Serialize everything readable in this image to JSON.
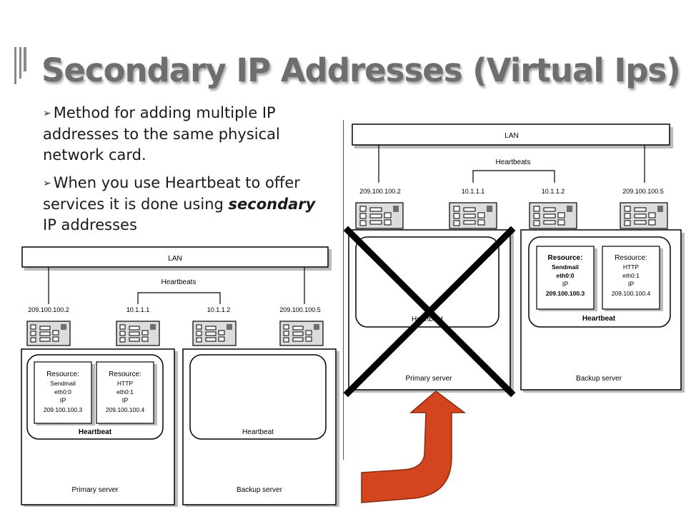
{
  "slide": {
    "title": "Secondary IP Addresses (Virtual Ips)",
    "bullets": [
      {
        "text": "Method for adding multiple IP addresses to the same physical network card."
      },
      {
        "text_before": "When you use Heartbeat to offer services it is done using ",
        "emphasis": "secondary",
        "text_after": " IP addresses"
      }
    ]
  },
  "diagram_left": {
    "lan_label": "LAN",
    "heartbeats_label": "Heartbeats",
    "ips": [
      "209.100.100.2",
      "10.1.1.1",
      "10.1.1.2",
      "209.100.100.5"
    ],
    "primary_label": "Primary server",
    "backup_label": "Backup server",
    "primary_heartbeat_label": "Heartbeat",
    "backup_heartbeat_label": "Heartbeat",
    "resources": [
      {
        "title": "Resource:",
        "service": "Sendmail",
        "iface": "eth0:0",
        "ip_label": "IP",
        "ip": "209.100.100.3"
      },
      {
        "title": "Resource:",
        "service": "HTTP",
        "iface": "eth0:1",
        "ip_label": "IP",
        "ip": "209.100.100.4"
      }
    ]
  },
  "diagram_right": {
    "lan_label": "LAN",
    "heartbeats_label": "Heartbeats",
    "ips": [
      "209.100.100.2",
      "10.1.1.1",
      "10.1.1.2",
      "209.100.100.5"
    ],
    "primary_label": "Primary server",
    "backup_label": "Backup server",
    "primary_heartbeat_label": "Heartbeat",
    "backup_heartbeat_label": "Heartbeat",
    "resources": [
      {
        "title": "Resource:",
        "service": "Sendmail",
        "iface": "eth0:0",
        "ip_label": "IP",
        "ip": "209.100.100.3"
      },
      {
        "title": "Resource:",
        "service": "HTTP",
        "iface": "eth0:1",
        "ip_label": "IP",
        "ip": "209.100.100.4"
      }
    ]
  },
  "colors": {
    "title": "#6e6e6e",
    "cross": "#000000",
    "arrow_fill": "#d2451f",
    "arrow_stroke": "#8a2a10",
    "divider": "#a04030"
  }
}
